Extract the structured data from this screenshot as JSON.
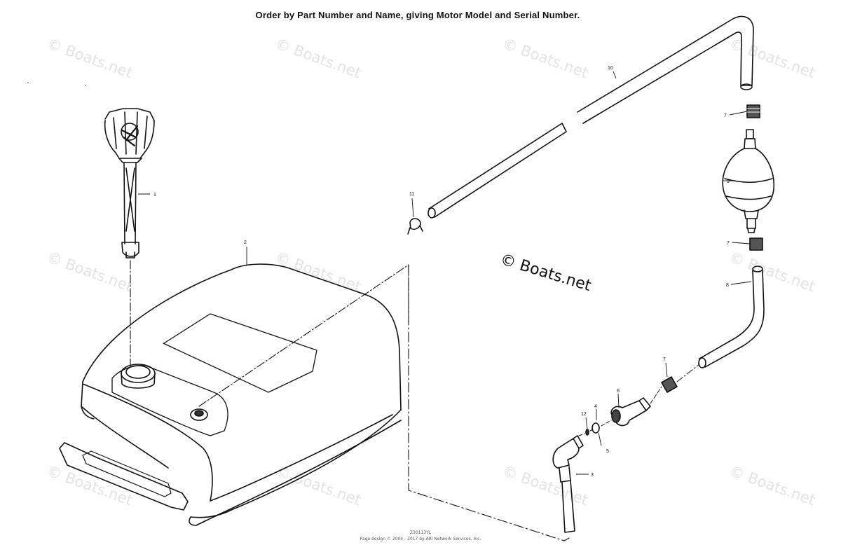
{
  "header": {
    "order_note": "Order by Part Number and Name, giving Motor Model and Serial Number."
  },
  "brand": {
    "watermark_text": "© Boats.net",
    "center_text": "© Boats.net"
  },
  "footer": {
    "line1": "Z30113YL",
    "line2": "Page design © 2004 - 2017 by ARI Network Services, Inc."
  },
  "callouts": {
    "c1": "1",
    "c2": "2",
    "c3": "3",
    "c4": "4",
    "c5": "5",
    "c6": "6",
    "c7a": "7",
    "c7b": "7",
    "c7c": "7",
    "c8": "8",
    "c9": "9",
    "c10": "10",
    "c11": "11",
    "c12": "12"
  },
  "colors": {
    "ink": "#111111",
    "watermark": "#e3e3e3",
    "background": "#ffffff"
  }
}
